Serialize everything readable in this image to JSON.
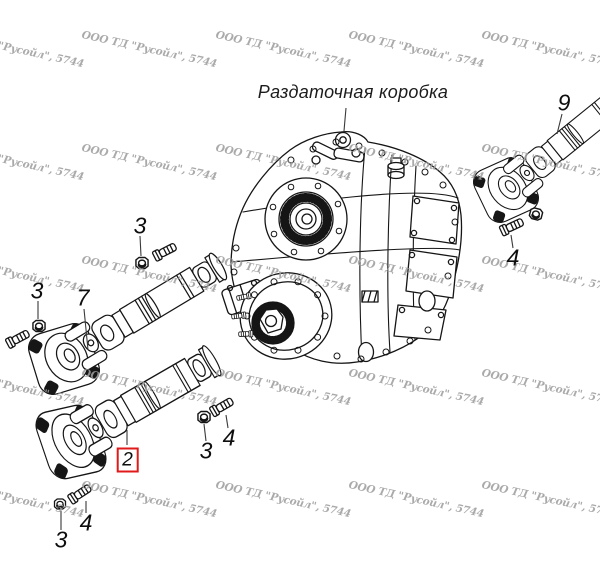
{
  "title": "Раздаточная коробка",
  "watermark": {
    "text": "ООО ТД \"Русойл\", 5744"
  },
  "colors": {
    "highlight": "#e01a1a",
    "line": "#151515",
    "watermark": "#9f9f9f"
  },
  "callouts": [
    {
      "label": "2",
      "boxed": true
    },
    {
      "label": "3"
    },
    {
      "label": "3"
    },
    {
      "label": "3"
    },
    {
      "label": "3"
    },
    {
      "label": "4"
    },
    {
      "label": "4"
    },
    {
      "label": "4"
    },
    {
      "label": "7"
    },
    {
      "label": "9"
    }
  ]
}
